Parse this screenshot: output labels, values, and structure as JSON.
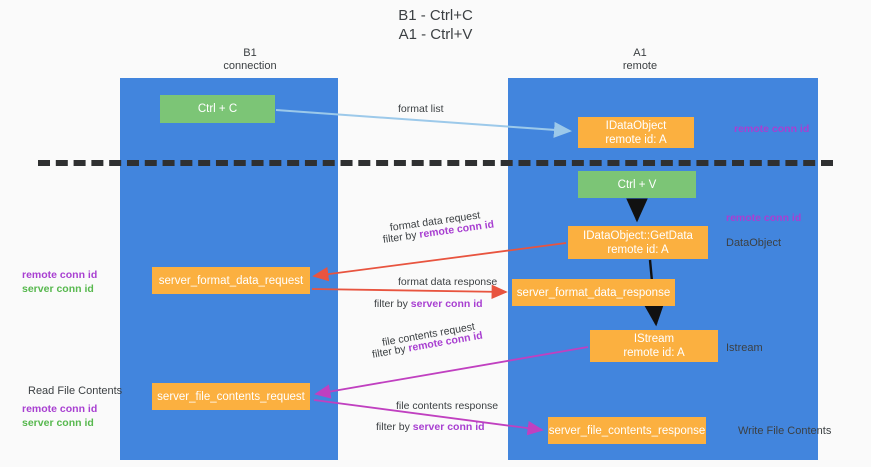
{
  "title": "B1 - Ctrl+C\nA1 - Ctrl+V",
  "columns": {
    "left": "B1\nconnection",
    "right": "A1\nremote"
  },
  "nodes": {
    "ctrl_c": "Ctrl + C",
    "ctrl_v": "Ctrl + V",
    "idataobject_line1": "IDataObject",
    "idataobject_line2": "remote id: A",
    "getdata_line1": "IDataObject::GetData",
    "getdata_line2": "remote id: A",
    "server_format_data_request": "server_format_data_request",
    "server_format_data_response": "server_format_data_response",
    "istream_line1": "IStream",
    "istream_line2": "remote id: A",
    "server_file_contents_request": "server_file_contents_request",
    "server_file_contents_response": "server_file_contents_response"
  },
  "edge_labels": {
    "format_list": "format list",
    "format_data_request": "format data request",
    "filter_by_prefix": "filter by ",
    "remote_conn_id": "remote conn id",
    "server_conn_id": "server conn id",
    "format_data_response": "format data response",
    "file_contents_request": "file contents request",
    "file_contents_response": "file contents response"
  },
  "side_labels": {
    "remote_conn_id": "remote conn id",
    "server_conn_id": "server conn id",
    "dataobject": "DataObject",
    "istream": "Istream",
    "read_file_contents": "Read File Contents",
    "write_file_contents": "Write File Contents"
  },
  "colors": {
    "lane": "#4285dd",
    "green_node": "#7cc576",
    "orange_node": "#fbb040",
    "purple_text": "#a83fd1",
    "green_text": "#57b84e",
    "red_arrow": "#e8543f",
    "magenta_arrow": "#c040c0",
    "lightblue_arrow": "#9cc9ea",
    "black_arrow": "#000000",
    "divider": "#2f3031",
    "background": "#fafafa"
  }
}
